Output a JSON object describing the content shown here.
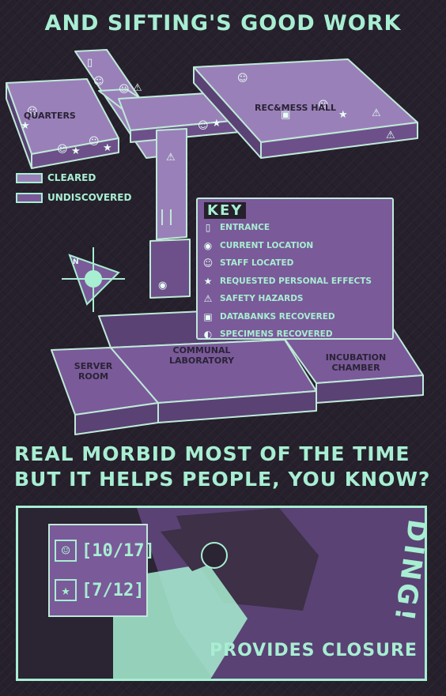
{
  "title": "AND SIFTING'S GOOD WORK",
  "rooms": {
    "quarters": "QUARTERS",
    "rec_mess": "REC&MESS HALL",
    "communal_lab": "COMMUNAL LABORATORY",
    "server_room": "SERVER ROOM",
    "incubation": "INCUBATION CHAMBER"
  },
  "legend": {
    "cleared": "CLEARED",
    "undiscovered": "UNDISCOVERED"
  },
  "compass": {
    "north": "N"
  },
  "key": {
    "title": "KEY",
    "items": [
      {
        "icon": "entrance-icon",
        "glyph": "▯",
        "label": "ENTRANCE"
      },
      {
        "icon": "current-location-icon",
        "glyph": "◉",
        "label": "CURRENT LOCATION"
      },
      {
        "icon": "staff-icon",
        "glyph": "☺",
        "label": "STAFF LOCATED"
      },
      {
        "icon": "star-icon",
        "glyph": "★",
        "label": "REQUESTED PERSONAL EFFECTS"
      },
      {
        "icon": "hazard-icon",
        "glyph": "⚠",
        "label": "SAFETY HAZARDS"
      },
      {
        "icon": "databank-icon",
        "glyph": "▣",
        "label": "DATABANKS RECOVERED"
      },
      {
        "icon": "specimen-icon",
        "glyph": "◐",
        "label": "SPECIMENS RECOVERED"
      }
    ]
  },
  "caption_lines": [
    "REAL MORBID MOST OF THE TIME",
    "BUT IT HELPS PEOPLE, YOU KNOW?"
  ],
  "counter": {
    "staff": "[10/17]",
    "effects": "[7/12]"
  },
  "sfx": "DING!",
  "bottom_caption": "PROVIDES CLOSURE",
  "colors": {
    "background": "#25202b",
    "mint": "#a8eed2",
    "purple": "#7a5a99"
  }
}
